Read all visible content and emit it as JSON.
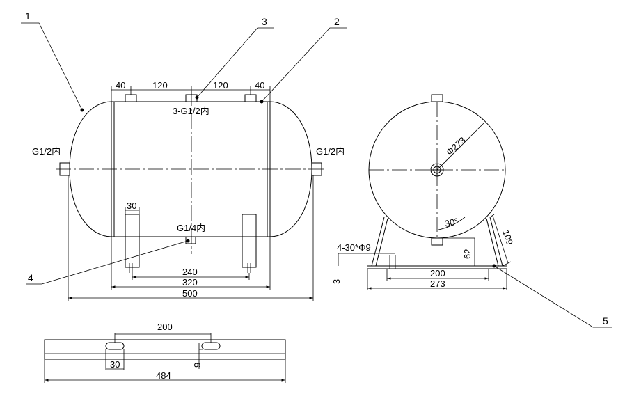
{
  "callouts": {
    "c1": "1",
    "c2": "2",
    "c3": "3",
    "c4": "4",
    "c5": "5"
  },
  "front_view": {
    "dims": {
      "d40_left": "40",
      "d120_left": "120",
      "d120_right": "120",
      "d40_right": "40",
      "d30_leg": "30",
      "d240": "240",
      "d320": "320",
      "d500": "500"
    },
    "labels": {
      "top_ports": "3-G1/2内",
      "left_port": "G1/2内",
      "right_port": "G1/2内",
      "bottom_port": "G1/4内"
    }
  },
  "side_view": {
    "dims": {
      "diameter": "Φ273",
      "angle": "30°",
      "leg": "109",
      "height62": "62",
      "holes": "4-30*Φ9",
      "thk3": "3",
      "d200": "200",
      "d273": "273"
    }
  },
  "base_plate": {
    "dims": {
      "d200": "200",
      "d9": "9",
      "d30": "30",
      "d484": "484"
    }
  }
}
